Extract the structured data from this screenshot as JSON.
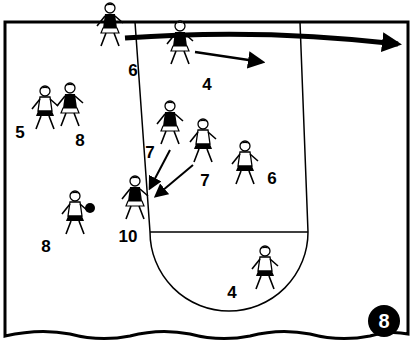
{
  "diagram": {
    "labels": [
      "6",
      "4",
      "5",
      "8",
      "7",
      "7",
      "6",
      "10",
      "8",
      "4",
      "8"
    ]
  }
}
